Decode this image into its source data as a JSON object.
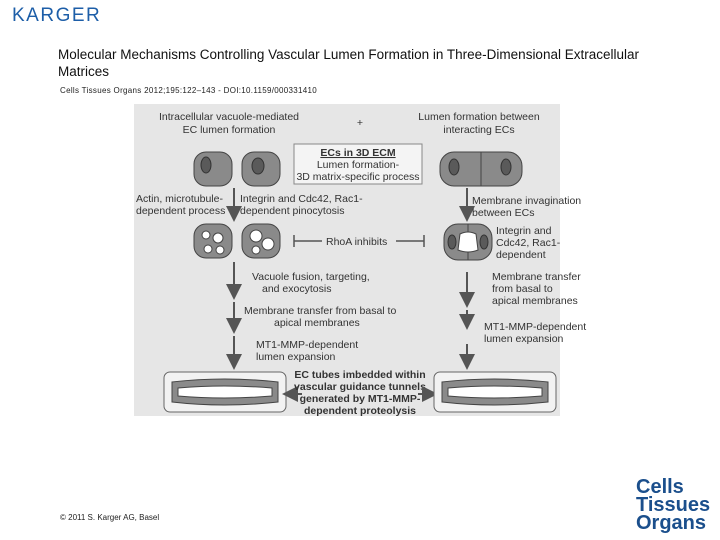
{
  "publisher": {
    "logo_text": "KARGER"
  },
  "header": {
    "title": "Molecular Mechanisms Controlling Vascular Lumen Formation in Three-Dimensional Extracellular Matrices",
    "citation": "Cells Tissues Organs 2012;195:122–143 - DOI:10.1159/000331410"
  },
  "footer": {
    "copyright": "© 2011 S. Karger AG, Basel"
  },
  "journal_logo": {
    "line1": "Cells",
    "line2": "Tissues",
    "line3": "Organs"
  },
  "figure": {
    "left_title_1": "Intracellular vacuole-mediated",
    "left_title_2": "EC lumen formation",
    "plus": "+",
    "right_title_1": "Lumen formation between",
    "right_title_2": "interacting ECs",
    "center_box_title": "ECs in 3D ECM",
    "center_box_sub1": "Lumen formation-",
    "center_box_sub2": "3D matrix-specific process",
    "actin_1": "Actin, microtubule-",
    "actin_2": "dependent process",
    "integrin_left_1": "Integrin and Cdc42, Rac1-",
    "integrin_left_2": "dependent pinocytosis",
    "membrane_inv_1": "Membrane invagination",
    "membrane_inv_2": "between ECs",
    "rhoa": "RhoA inhibits",
    "integrin_right_1": "Integrin and",
    "integrin_right_2": "Cdc42, Rac1-",
    "integrin_right_3": "dependent",
    "vacuole_1": "Vacuole fusion, targeting,",
    "vacuole_2": "and exocytosis",
    "transfer_right_1": "Membrane transfer",
    "transfer_right_2": "from basal to",
    "transfer_right_3": "apical membranes",
    "transfer_left_1": "Membrane transfer from basal to",
    "transfer_left_2": "apical membranes",
    "mt1_right_1": "MT1-MMP-dependent",
    "mt1_right_2": "lumen expansion",
    "mt1_left_1": "MT1-MMP-dependent",
    "mt1_left_2": "lumen expansion",
    "bottom_1": "EC tubes imbedded within",
    "bottom_2": "vascular guidance tunnels",
    "bottom_3": "generated by MT1-MMP-",
    "bottom_4": "dependent proteolysis"
  },
  "colors": {
    "figure_bg": "#e6e6e6",
    "cell_fill": "#8a8a8a",
    "nucleus_fill": "#5a5a5a",
    "logo_blue": "#1d5ea8",
    "journal_blue": "#1b4f8c"
  }
}
